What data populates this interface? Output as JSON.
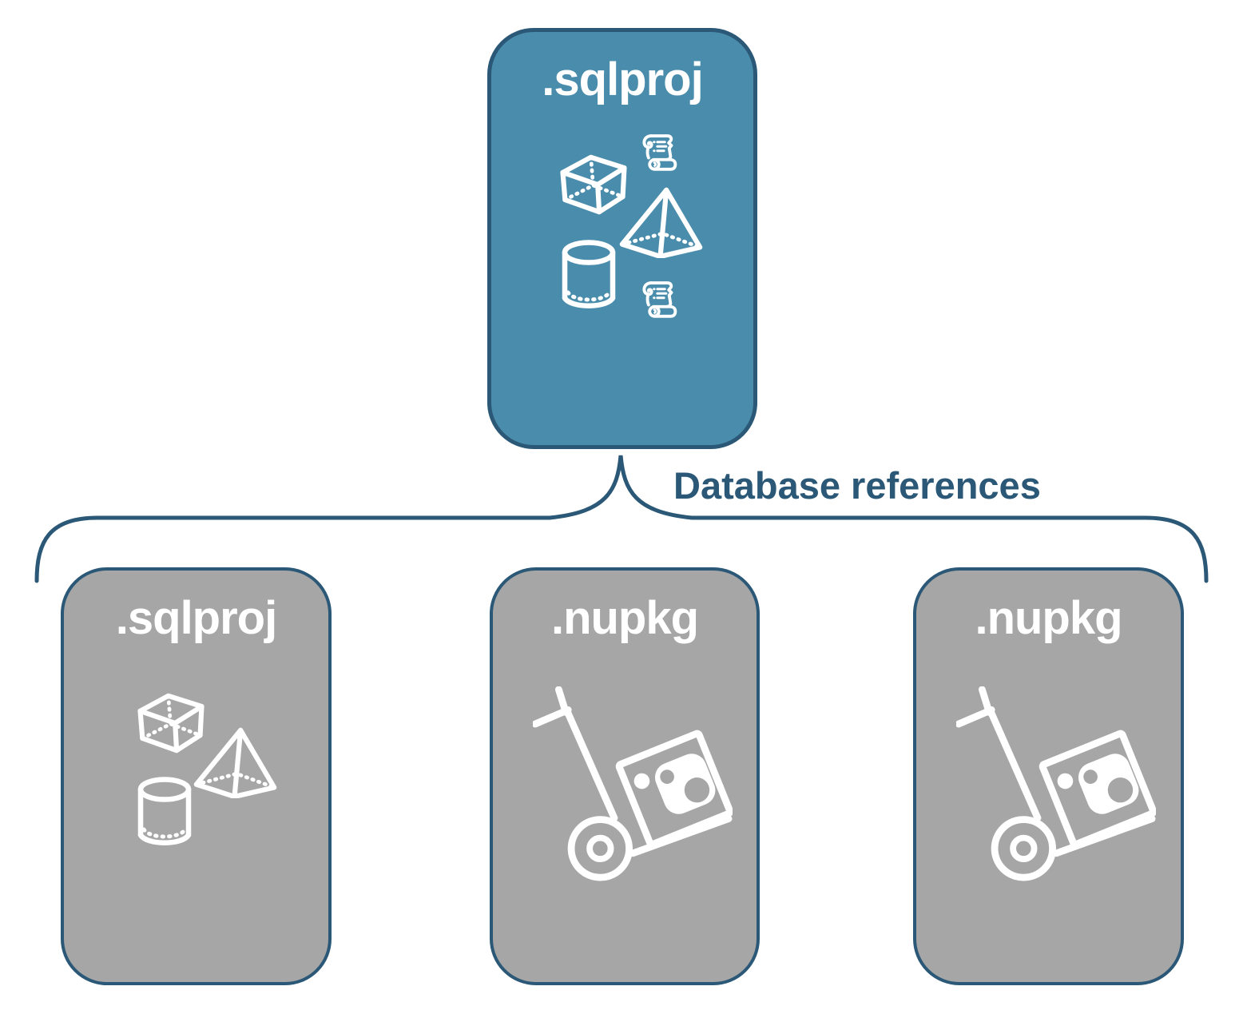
{
  "root_card": {
    "label": ".sqlproj",
    "icons": [
      "script-scroll-icon",
      "cube-icon",
      "pyramid-icon",
      "cylinder-icon",
      "script-scroll-icon"
    ]
  },
  "connector": {
    "label": "Database references"
  },
  "child_cards": [
    {
      "label": ".sqlproj",
      "icons": [
        "cube-icon",
        "pyramid-icon",
        "cylinder-icon"
      ]
    },
    {
      "label": ".nupkg",
      "icons": [
        "nuget-dolly-icon"
      ]
    },
    {
      "label": ".nupkg",
      "icons": [
        "nuget-dolly-icon"
      ]
    }
  ],
  "colors": {
    "root_fill": "#4a8cac",
    "child_fill": "#a6a6a6",
    "outline_navy": "#2b5877",
    "icon_white": "#ffffff",
    "edge_label_text": "#2b5877",
    "card_title_text": "#ffffff"
  }
}
